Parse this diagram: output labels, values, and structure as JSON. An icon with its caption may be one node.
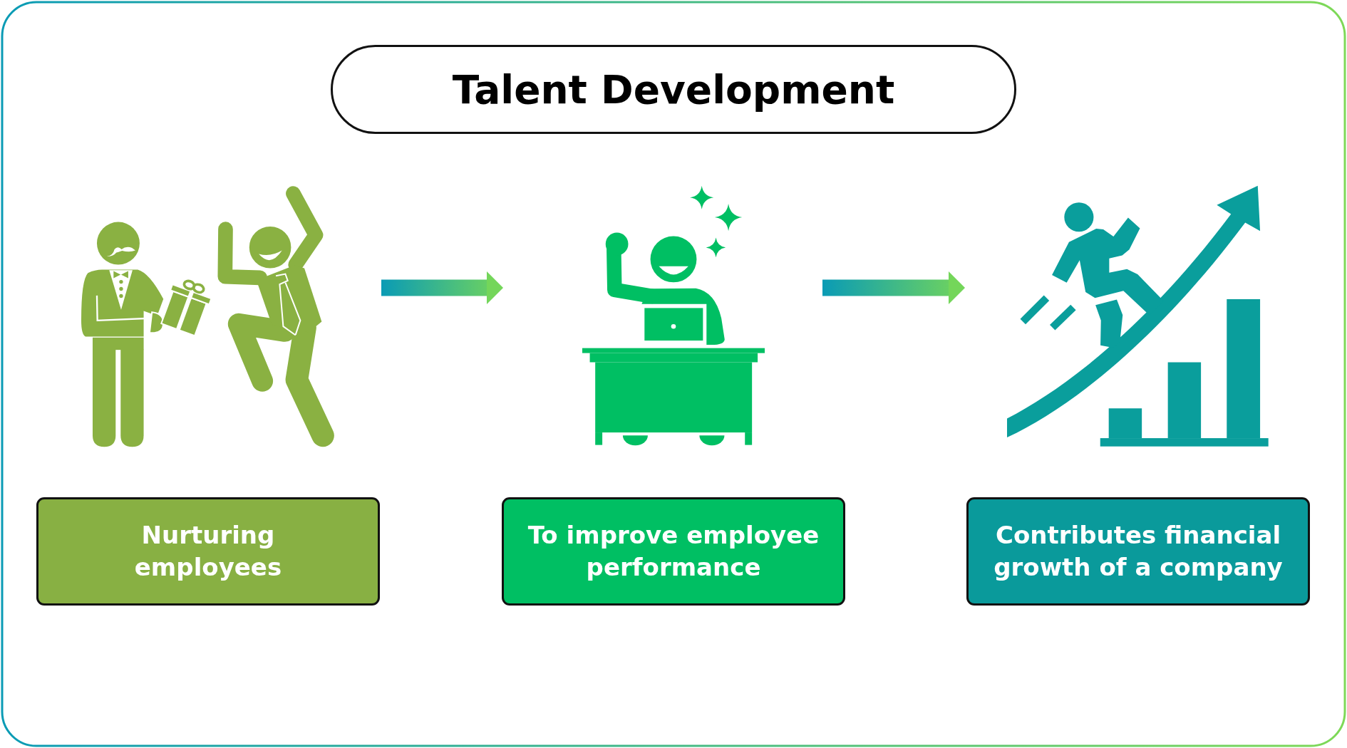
{
  "diagram": {
    "title": "Talent Development",
    "nodes": [
      {
        "text": [],
        "shape": "picture"
      },
      {
        "text": [],
        "shape": "picture"
      },
      {
        "text": [],
        "shape": "picture"
      },
      {
        "text": [
          "Nurturing employees"
        ]
      },
      {
        "text": [
          "To improve employee performance"
        ]
      },
      {
        "text": [
          "Contributes financial growth of a company"
        ]
      }
    ],
    "edges": [
      {
        "from": 0,
        "to": 1,
        "arrow": "to"
      },
      {
        "from": 1,
        "to": 2,
        "arrow": "to"
      }
    ]
  }
}
